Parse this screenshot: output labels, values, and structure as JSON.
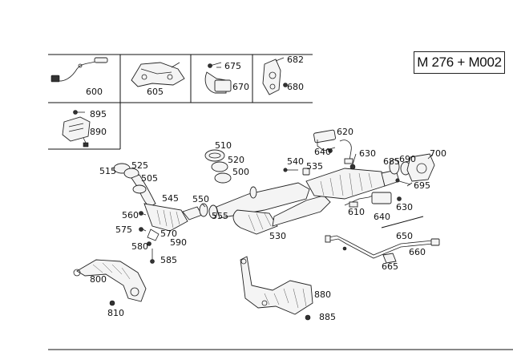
{
  "model": "M 276 + M002",
  "callouts": [
    "600",
    "605",
    "675",
    "670",
    "682",
    "680",
    "895",
    "890",
    "620",
    "640",
    "630",
    "510",
    "520",
    "500",
    "515",
    "525",
    "505",
    "540",
    "535",
    "685",
    "690",
    "700",
    "695",
    "545",
    "550",
    "555",
    "610",
    "640",
    "630",
    "560",
    "575",
    "570",
    "580",
    "590",
    "585",
    "530",
    "650",
    "660",
    "665",
    "800",
    "810",
    "880",
    "885"
  ]
}
